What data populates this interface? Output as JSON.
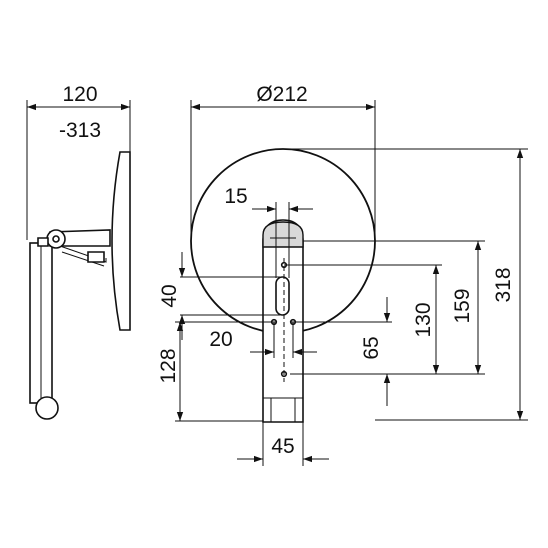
{
  "dimensions": {
    "side_depth_min": "120",
    "side_depth_max": "-313",
    "mirror_diameter": "Ø212",
    "slot_width": "15",
    "slot_height": "40",
    "hole_spacing": "20",
    "mount_height": "128",
    "base_width": "45",
    "dim_65": "65",
    "dim_130": "130",
    "dim_159": "159",
    "dim_318": "318"
  }
}
